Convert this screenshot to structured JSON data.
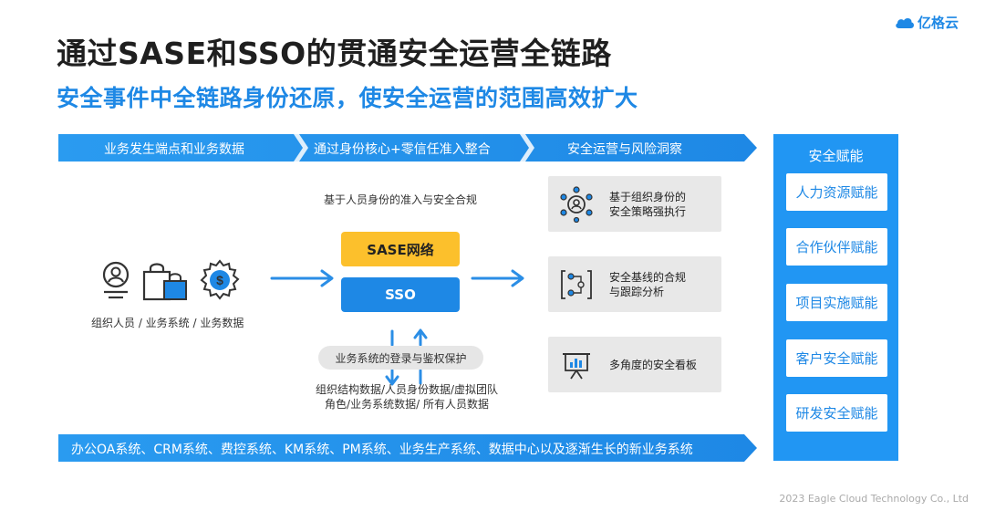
{
  "brand": {
    "logo_text": "亿格云",
    "logo_icon": "cloud-icon"
  },
  "header": {
    "title": "通过SASE和SSO的贯通安全运营全链路",
    "subtitle": "安全事件中全链路身份还原，使安全运营的范围高效扩大"
  },
  "top_banner": {
    "stage1": "业务发生端点和业务数据",
    "stage2": "通过身份核心+零信任准入整合",
    "stage3": "安全运营与风险洞察"
  },
  "left": {
    "caption": "组织人员 / 业务系统 / 业务数据",
    "icons": [
      "person-icon",
      "shopping-bag-icon",
      "dollar-gear-icon"
    ]
  },
  "center": {
    "admit_caption": "基于人员身份的准入与安全合规",
    "sase_label": "SASE网络",
    "sso_label": "SSO",
    "login_label": "业务系统的登录与鉴权保护",
    "data_caption": "组织结构数据/人员身份数据/虚拟团队角色/业务系统数据/ 所有人员数据"
  },
  "cards": [
    {
      "line1": "基于组织身份的",
      "line2": "安全策略强执行",
      "icon": "org-network-icon"
    },
    {
      "line1": "安全基线的合规",
      "line2": "与跟踪分析",
      "icon": "compliance-track-icon"
    },
    {
      "line1": "多角度的安全看板",
      "line2": "",
      "icon": "dashboard-board-icon"
    }
  ],
  "right_panel": {
    "title": "安全赋能",
    "items": [
      "人力资源赋能",
      "合作伙伴赋能",
      "项目实施赋能",
      "客户安全赋能",
      "研发安全赋能"
    ]
  },
  "bottom_banner": {
    "text": "办公OA系统、CRM系统、费控系统、KM系统、PM系统、业务生产系统、数据中心以及逐渐生长的新业务系统"
  },
  "footer": {
    "copyright": "2023 Eagle Cloud Technology Co., Ltd"
  },
  "colors": {
    "primary": "#1e88e5",
    "banner_light": "#2196f3",
    "sase": "#fcc02c",
    "card_bg": "#e8e8e8"
  }
}
